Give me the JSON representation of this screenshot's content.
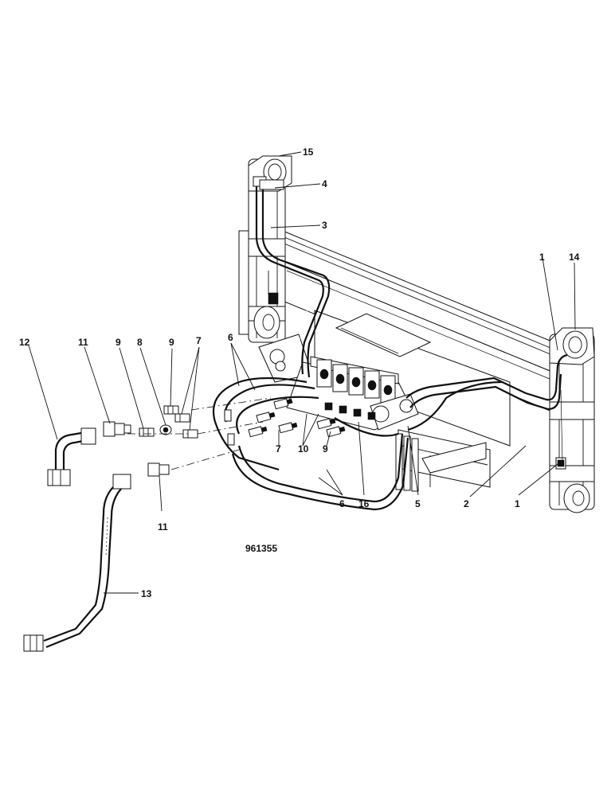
{
  "drawing": {
    "figure_number": "961355",
    "labels": {
      "l15": "15",
      "l4": "4",
      "l3": "3",
      "l1a": "1",
      "l14": "14",
      "l12": "12",
      "l11a": "11",
      "l9a": "9",
      "l8": "8",
      "l9b": "9",
      "l7a": "7",
      "l6a": "6",
      "l7b": "7",
      "l10": "10",
      "l9c": "9",
      "l6b": "6",
      "l16": "16",
      "l5": "5",
      "l2": "2",
      "l1b": "1",
      "l11b": "11",
      "l13": "13"
    }
  }
}
